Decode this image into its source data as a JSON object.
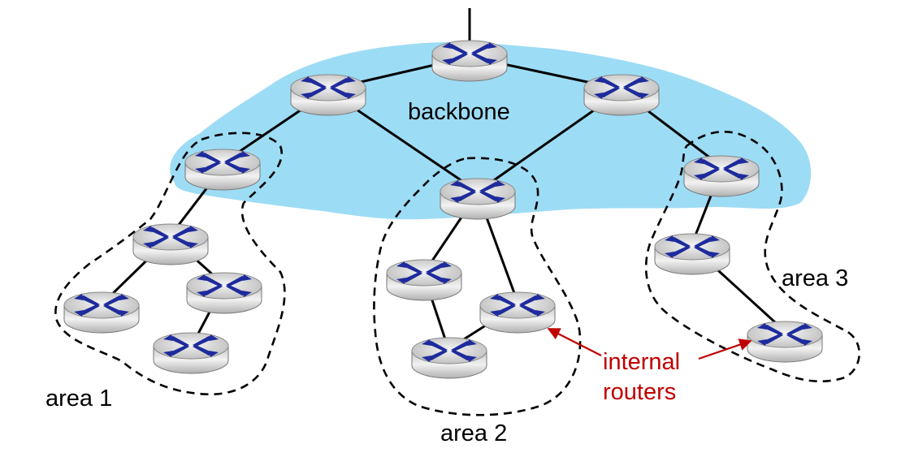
{
  "labels": {
    "backbone": "backbone",
    "area1": "area 1",
    "area2": "area 2",
    "area3": "area 3",
    "internal_line1": "internal",
    "internal_line2": "routers"
  },
  "colors": {
    "backbone_fill": "#9ddcf5",
    "router_body": "#d8d8d8",
    "router_symbol": "#1e2b9c",
    "annotation": "#c00000"
  },
  "icons": {
    "router": "router-icon"
  }
}
